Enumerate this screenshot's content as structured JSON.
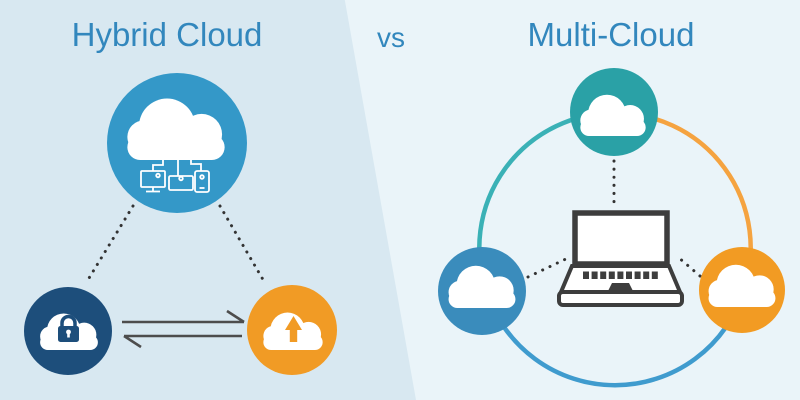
{
  "header": {
    "left_title": "Hybrid Cloud",
    "separator": "vs",
    "right_title": "Multi-Cloud"
  },
  "colors": {
    "bg_left": "#d8e8f1",
    "bg_right": "#eaf4f9",
    "title": "#3287bd",
    "hybrid_public_cloud": "#3498c8",
    "hybrid_private_cloud": "#1d4e7b",
    "hybrid_exchange_cloud": "#f19b25",
    "multi_teal_cloud": "#2aa1a6",
    "multi_blue_cloud": "#3a8cbc",
    "multi_orange_cloud": "#f29b23",
    "arc_teal": "#3ab1b6",
    "arc_orange": "#f5a340",
    "arc_blue": "#3f9bce",
    "connector_dot": "#333333",
    "laptop": "#3d3d3d",
    "exchange_arrow": "#4d4d4d",
    "white": "#ffffff"
  },
  "hybrid_diagram": {
    "label": "Hybrid Cloud",
    "nodes": [
      {
        "name": "public-cloud-with-devices-icon",
        "color_key": "hybrid_public_cloud"
      },
      {
        "name": "private-lock-cloud-icon",
        "color_key": "hybrid_private_cloud"
      },
      {
        "name": "upload-cloud-icon",
        "color_key": "hybrid_exchange_cloud"
      }
    ],
    "links": [
      "dotted-link-top-to-left",
      "dotted-link-top-to-right",
      "bidirectional-exchange-arrows"
    ]
  },
  "multi_diagram": {
    "label": "Multi-Cloud",
    "center_node": "laptop-icon",
    "nodes": [
      {
        "name": "teal-cloud-icon",
        "color_key": "multi_teal_cloud"
      },
      {
        "name": "blue-cloud-icon",
        "color_key": "multi_blue_cloud"
      },
      {
        "name": "orange-cloud-icon",
        "color_key": "multi_orange_cloud"
      }
    ],
    "links": [
      "ring-arc-teal",
      "ring-arc-orange",
      "ring-arc-blue",
      "dotted-link-top-to-laptop",
      "dotted-link-left-to-laptop",
      "dotted-link-right-to-laptop"
    ]
  }
}
